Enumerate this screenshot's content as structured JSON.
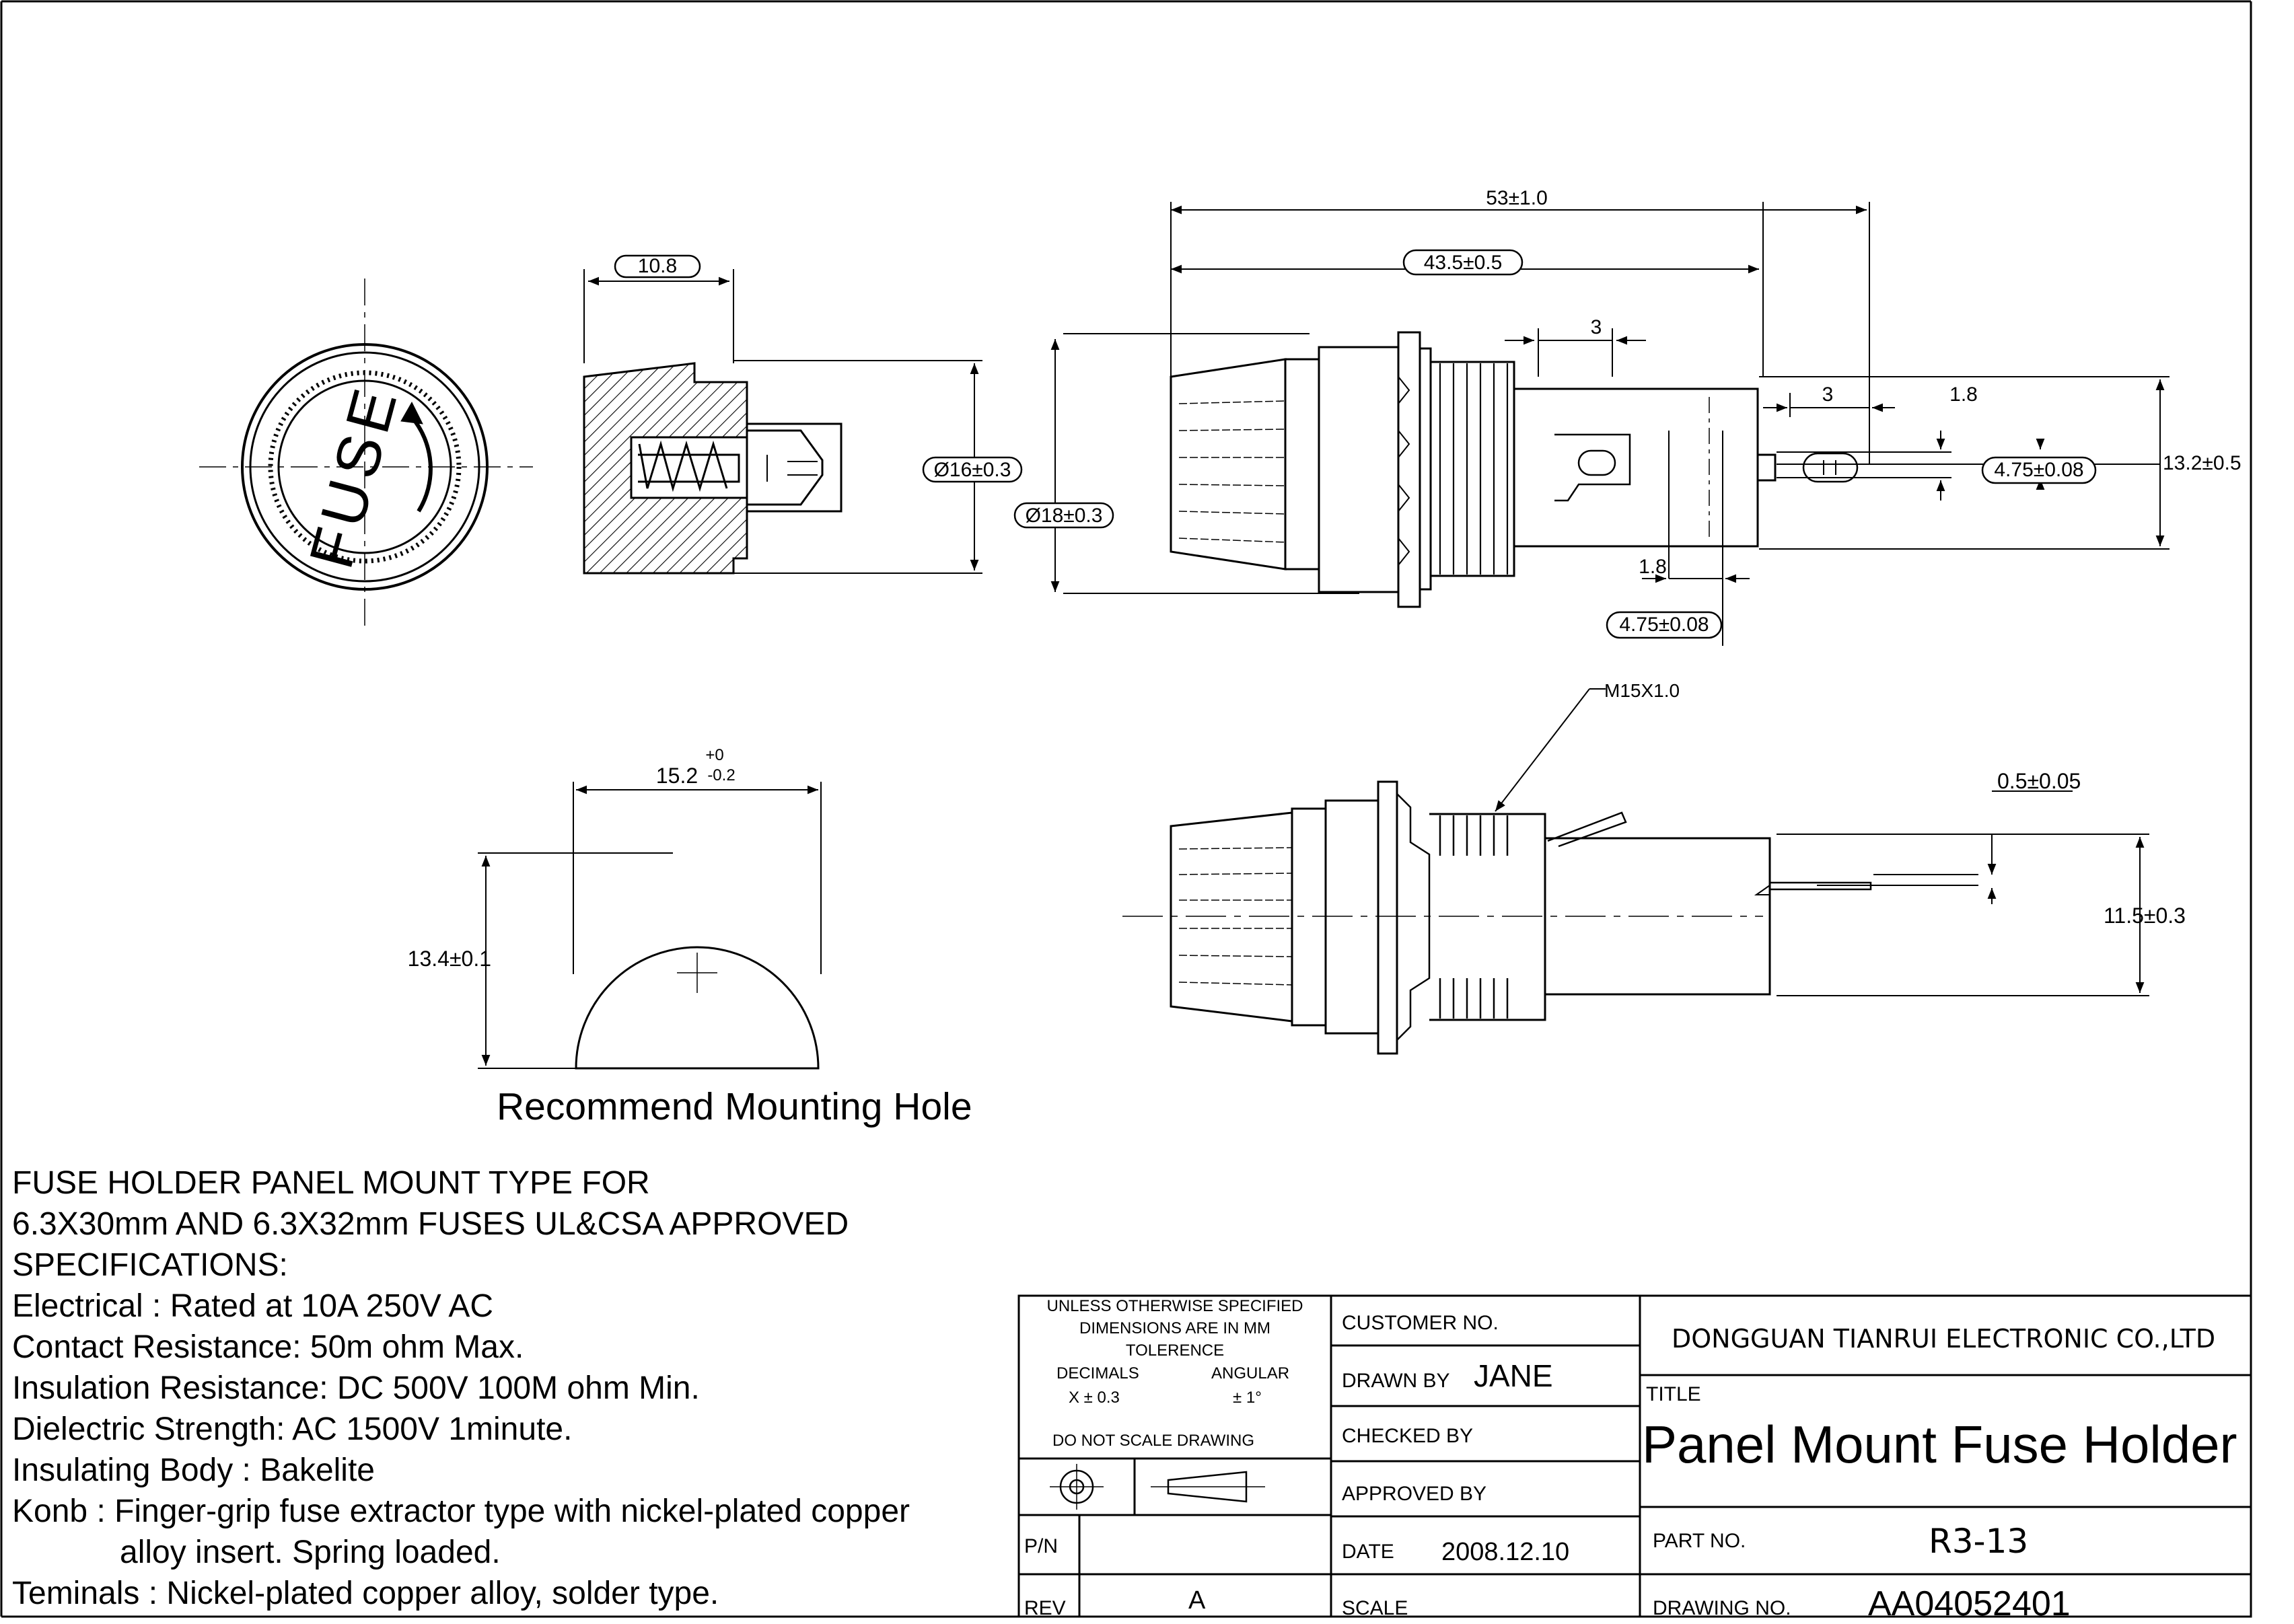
{
  "dimensions": {
    "d10_8": "10.8",
    "d16": "Ø16±0.3",
    "d18": "Ø18±0.3",
    "d53": "53±1.0",
    "d43_5": "43.5±0.5",
    "d3a": "3",
    "d3b": "3",
    "d1_8a": "1.8",
    "d1_8b": "1.8",
    "d4_75a": "4.75±0.08",
    "d4_75b": "4.75±0.08",
    "d13_2": "13.2±0.5",
    "thread": "M15X1.0",
    "d0_5": "0.5±0.05",
    "d11_5": "11.5±0.3",
    "d15_2": "15.2",
    "tol_plus": "+0",
    "tol_minus": "-0.2",
    "d13_4": "13.4±0.1"
  },
  "cap_text": "FUSE",
  "caption": "Recommend Mounting Hole",
  "specs": [
    "FUSE HOLDER PANEL MOUNT TYPE FOR",
    "6.3X30mm AND 6.3X32mm FUSES UL&CSA APPROVED",
    "SPECIFICATIONS:",
    "Electrical : Rated at 10A 250V AC",
    "Contact Resistance: 50m ohm Max.",
    "Insulation Resistance: DC 500V 100M ohm Min.",
    "Dielectric Strength: AC 1500V 1minute.",
    "Insulating Body : Bakelite",
    "Konb : Finger-grip fuse extractor type with nickel-plated copper",
    "alloy insert. Spring loaded.",
    "Teminals : Nickel-plated copper alloy, solder type."
  ],
  "title_block": {
    "unless_1": "UNLESS OTHERWISE SPECIFIED",
    "unless_2": "DIMENSIONS ARE IN MM",
    "tolerence": "TOLERENCE",
    "decimals": "DECIMALS",
    "angular": "ANGULAR",
    "decimals_val": "X  ±  0.3",
    "angular_val": "±  1°",
    "no_scale": "DO NOT SCALE DRAWING",
    "pn_label": "P/N",
    "pn_value": "",
    "rev_label": "REV",
    "rev_value": "A",
    "customer_label": "CUSTOMER NO.",
    "drawn_label": "DRAWN BY",
    "drawn_value": "JANE",
    "checked_label": "CHECKED BY",
    "approved_label": "APPROVED BY",
    "date_label": "DATE",
    "date_value": "2008.12.10",
    "scale_label": "SCALE",
    "company": "DONGGUAN TIANRUI ELECTRONIC CO.,LTD",
    "title_label": "TITLE",
    "title_value": "Panel Mount Fuse Holder",
    "part_label": "PART NO.",
    "part_value": "R3-13",
    "drawing_label": "DRAWING NO.",
    "drawing_value": "AA04052401"
  }
}
